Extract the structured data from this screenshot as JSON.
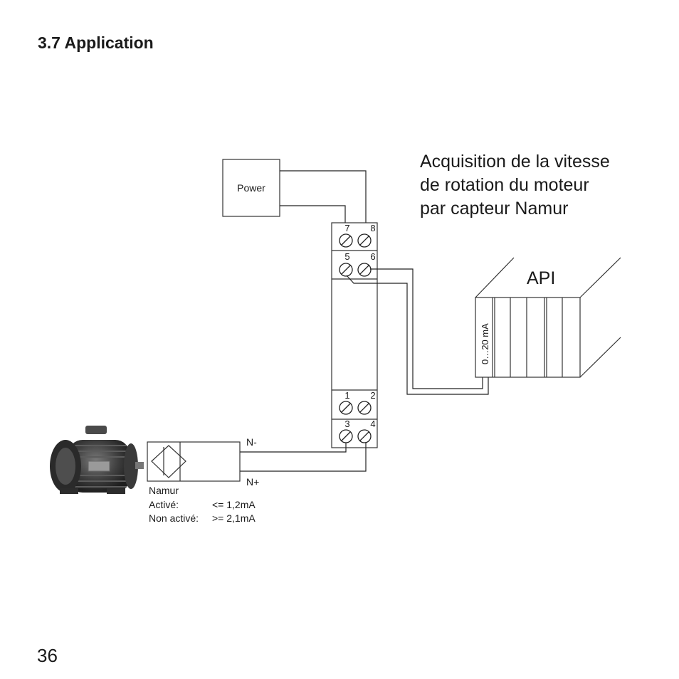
{
  "heading": "3.7 Application",
  "page_number": "36",
  "caption": [
    "Acquisition de la vitesse",
    "de rotation du moteur",
    "par capteur Namur"
  ],
  "power_label": "Power",
  "terminals": {
    "t7": "7",
    "t8": "8",
    "t5": "5",
    "t6": "6",
    "t1": "1",
    "t2": "2",
    "t3": "3",
    "t4": "4"
  },
  "api_label": "API",
  "api_input_label": "0…20 mA",
  "sensor": {
    "n_minus": "N-",
    "n_plus": "N+",
    "name": "Namur",
    "active_label": "Activé:",
    "active_value": "<= 1,2mA",
    "inactive_label": "Non activé:",
    "inactive_value": ">= 2,1mA"
  }
}
